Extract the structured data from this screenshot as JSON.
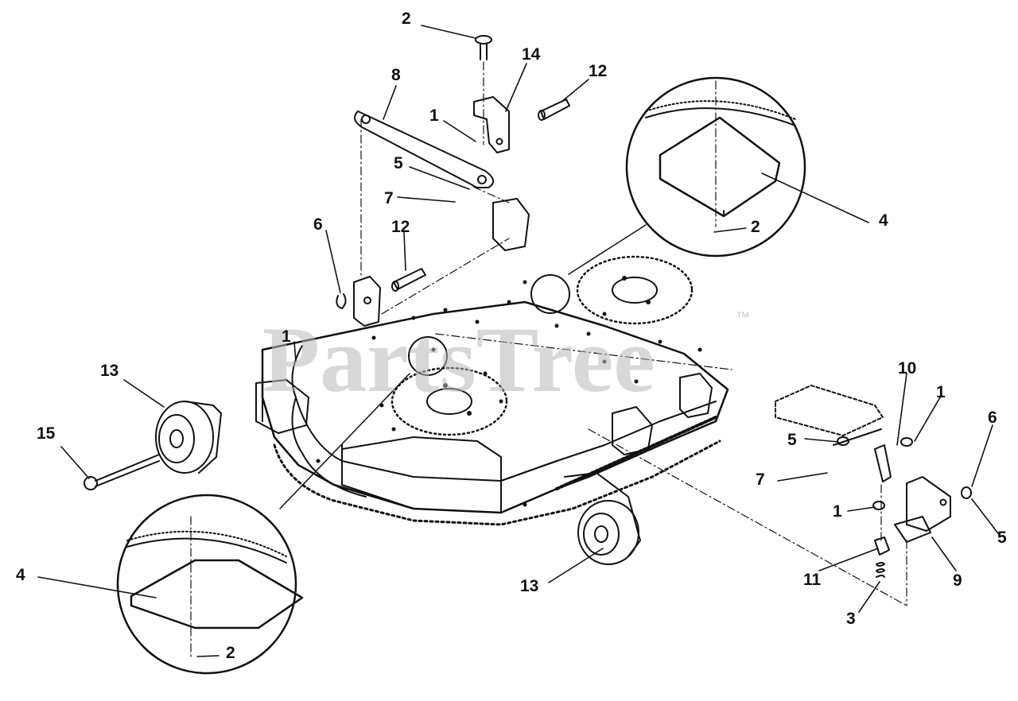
{
  "watermark": {
    "brand": "PartsTree",
    "trademark": "™"
  },
  "colors": {
    "ink": "#111111",
    "watermark": "#b9b9b9",
    "paper": "#ffffff"
  },
  "callouts": [
    "2",
    "14",
    "12",
    "8",
    "1",
    "5",
    "7",
    "4",
    "2",
    "6",
    "12",
    "1",
    "13",
    "15",
    "10",
    "1",
    "6",
    "5",
    "7",
    "1",
    "5",
    "13",
    "11",
    "9",
    "3",
    "4",
    "2"
  ]
}
